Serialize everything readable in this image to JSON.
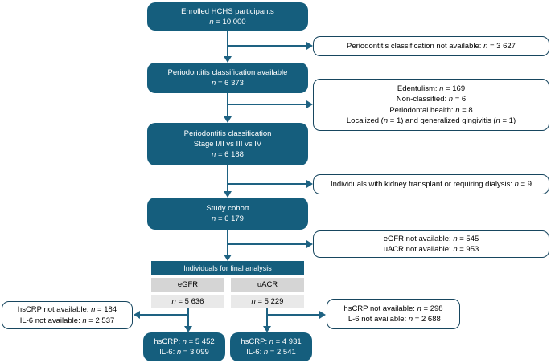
{
  "colors": {
    "box_fill": "#155E7D",
    "box_text": "#FFFFFF",
    "outline_border": "#17465F",
    "arrow": "#1E6282",
    "table_header_bg": "#155E7D",
    "column_header_bg": "#D5D5D5",
    "value_cell_bg": "#E9E9E9"
  },
  "diagram": {
    "main_boxes": [
      {
        "id": "enrolled",
        "lines": [
          [
            {
              "t": "Enrolled HCHS participants"
            }
          ],
          [
            {
              "t": "n",
              "i": true
            },
            {
              "t": " = 10 000"
            }
          ]
        ]
      },
      {
        "id": "classification-available",
        "lines": [
          [
            {
              "t": "Periodontitis classification available"
            }
          ],
          [
            {
              "t": "n",
              "i": true
            },
            {
              "t": " = 6 373"
            }
          ]
        ]
      },
      {
        "id": "stage-classification",
        "lines": [
          [
            {
              "t": "Periodontitis classification"
            }
          ],
          [
            {
              "t": "Stage I/II vs III vs IV"
            }
          ],
          [
            {
              "t": "n",
              "i": true
            },
            {
              "t": " = 6 188"
            }
          ]
        ]
      },
      {
        "id": "study-cohort",
        "lines": [
          [
            {
              "t": "Study cohort"
            }
          ],
          [
            {
              "t": "n",
              "i": true
            },
            {
              "t": " = 6 179"
            }
          ]
        ]
      }
    ],
    "side_boxes": [
      {
        "id": "classification-not-available",
        "lines": [
          [
            {
              "t": "Periodontitis classification not available: "
            },
            {
              "t": "n",
              "i": true
            },
            {
              "t": " = 3 627"
            }
          ]
        ]
      },
      {
        "id": "dental-exclusions",
        "lines": [
          [
            {
              "t": "Edentulism: "
            },
            {
              "t": "n",
              "i": true
            },
            {
              "t": " = 169"
            }
          ],
          [
            {
              "t": "Non-classified: "
            },
            {
              "t": "n",
              "i": true
            },
            {
              "t": " = 6"
            }
          ],
          [
            {
              "t": "Periodontal health: "
            },
            {
              "t": "n",
              "i": true
            },
            {
              "t": " = 8"
            }
          ],
          [
            {
              "t": "Localized ("
            },
            {
              "t": "n",
              "i": true
            },
            {
              "t": " = 1) and generalized gingivitis ("
            },
            {
              "t": "n",
              "i": true
            },
            {
              "t": " = 1)"
            }
          ]
        ]
      },
      {
        "id": "kidney-exclusions",
        "lines": [
          [
            {
              "t": "Individuals with kidney transplant or requiring dialysis: "
            },
            {
              "t": "n",
              "i": true
            },
            {
              "t": " = 9"
            }
          ]
        ]
      },
      {
        "id": "missing-egfr-uacr",
        "lines": [
          [
            {
              "t": "eGFR not available: "
            },
            {
              "t": "n",
              "i": true
            },
            {
              "t": " = 545"
            }
          ],
          [
            {
              "t": "uACR not available: "
            },
            {
              "t": "n",
              "i": true
            },
            {
              "t": " = 953"
            }
          ]
        ]
      },
      {
        "id": "missing-biomarkers-egfr",
        "lines": [
          [
            {
              "t": "hsCRP not available: "
            },
            {
              "t": "n",
              "i": true
            },
            {
              "t": " = 184"
            }
          ],
          [
            {
              "t": "IL-6 not available: "
            },
            {
              "t": "n",
              "i": true
            },
            {
              "t": " = 2 537"
            }
          ]
        ]
      },
      {
        "id": "missing-biomarkers-uacr",
        "lines": [
          [
            {
              "t": "hsCRP not available: "
            },
            {
              "t": "n",
              "i": true
            },
            {
              "t": " = 298"
            }
          ],
          [
            {
              "t": "IL-6 not available: "
            },
            {
              "t": "n",
              "i": true
            },
            {
              "t": " = 2 688"
            }
          ]
        ]
      }
    ],
    "final_table": {
      "title": "Individuals for final analysis",
      "columns": [
        {
          "label": "eGFR",
          "value_lines": [
            [
              {
                "t": "n",
                "i": true
              },
              {
                "t": " = 5 636"
              }
            ]
          ]
        },
        {
          "label": "uACR",
          "value_lines": [
            [
              {
                "t": "n",
                "i": true
              },
              {
                "t": " = 5 229"
              }
            ]
          ]
        }
      ]
    },
    "result_boxes": [
      {
        "id": "egfr-final",
        "lines": [
          [
            {
              "t": "hsCRP: "
            },
            {
              "t": "n",
              "i": true
            },
            {
              "t": " = 5 452"
            }
          ],
          [
            {
              "t": "IL-6: "
            },
            {
              "t": "n",
              "i": true
            },
            {
              "t": " = 3 099"
            }
          ]
        ]
      },
      {
        "id": "uacr-final",
        "lines": [
          [
            {
              "t": "hsCRP: "
            },
            {
              "t": "n",
              "i": true
            },
            {
              "t": " = 4 931"
            }
          ],
          [
            {
              "t": "IL-6: "
            },
            {
              "t": "n",
              "i": true
            },
            {
              "t": " = 2 541"
            }
          ]
        ]
      }
    ]
  }
}
